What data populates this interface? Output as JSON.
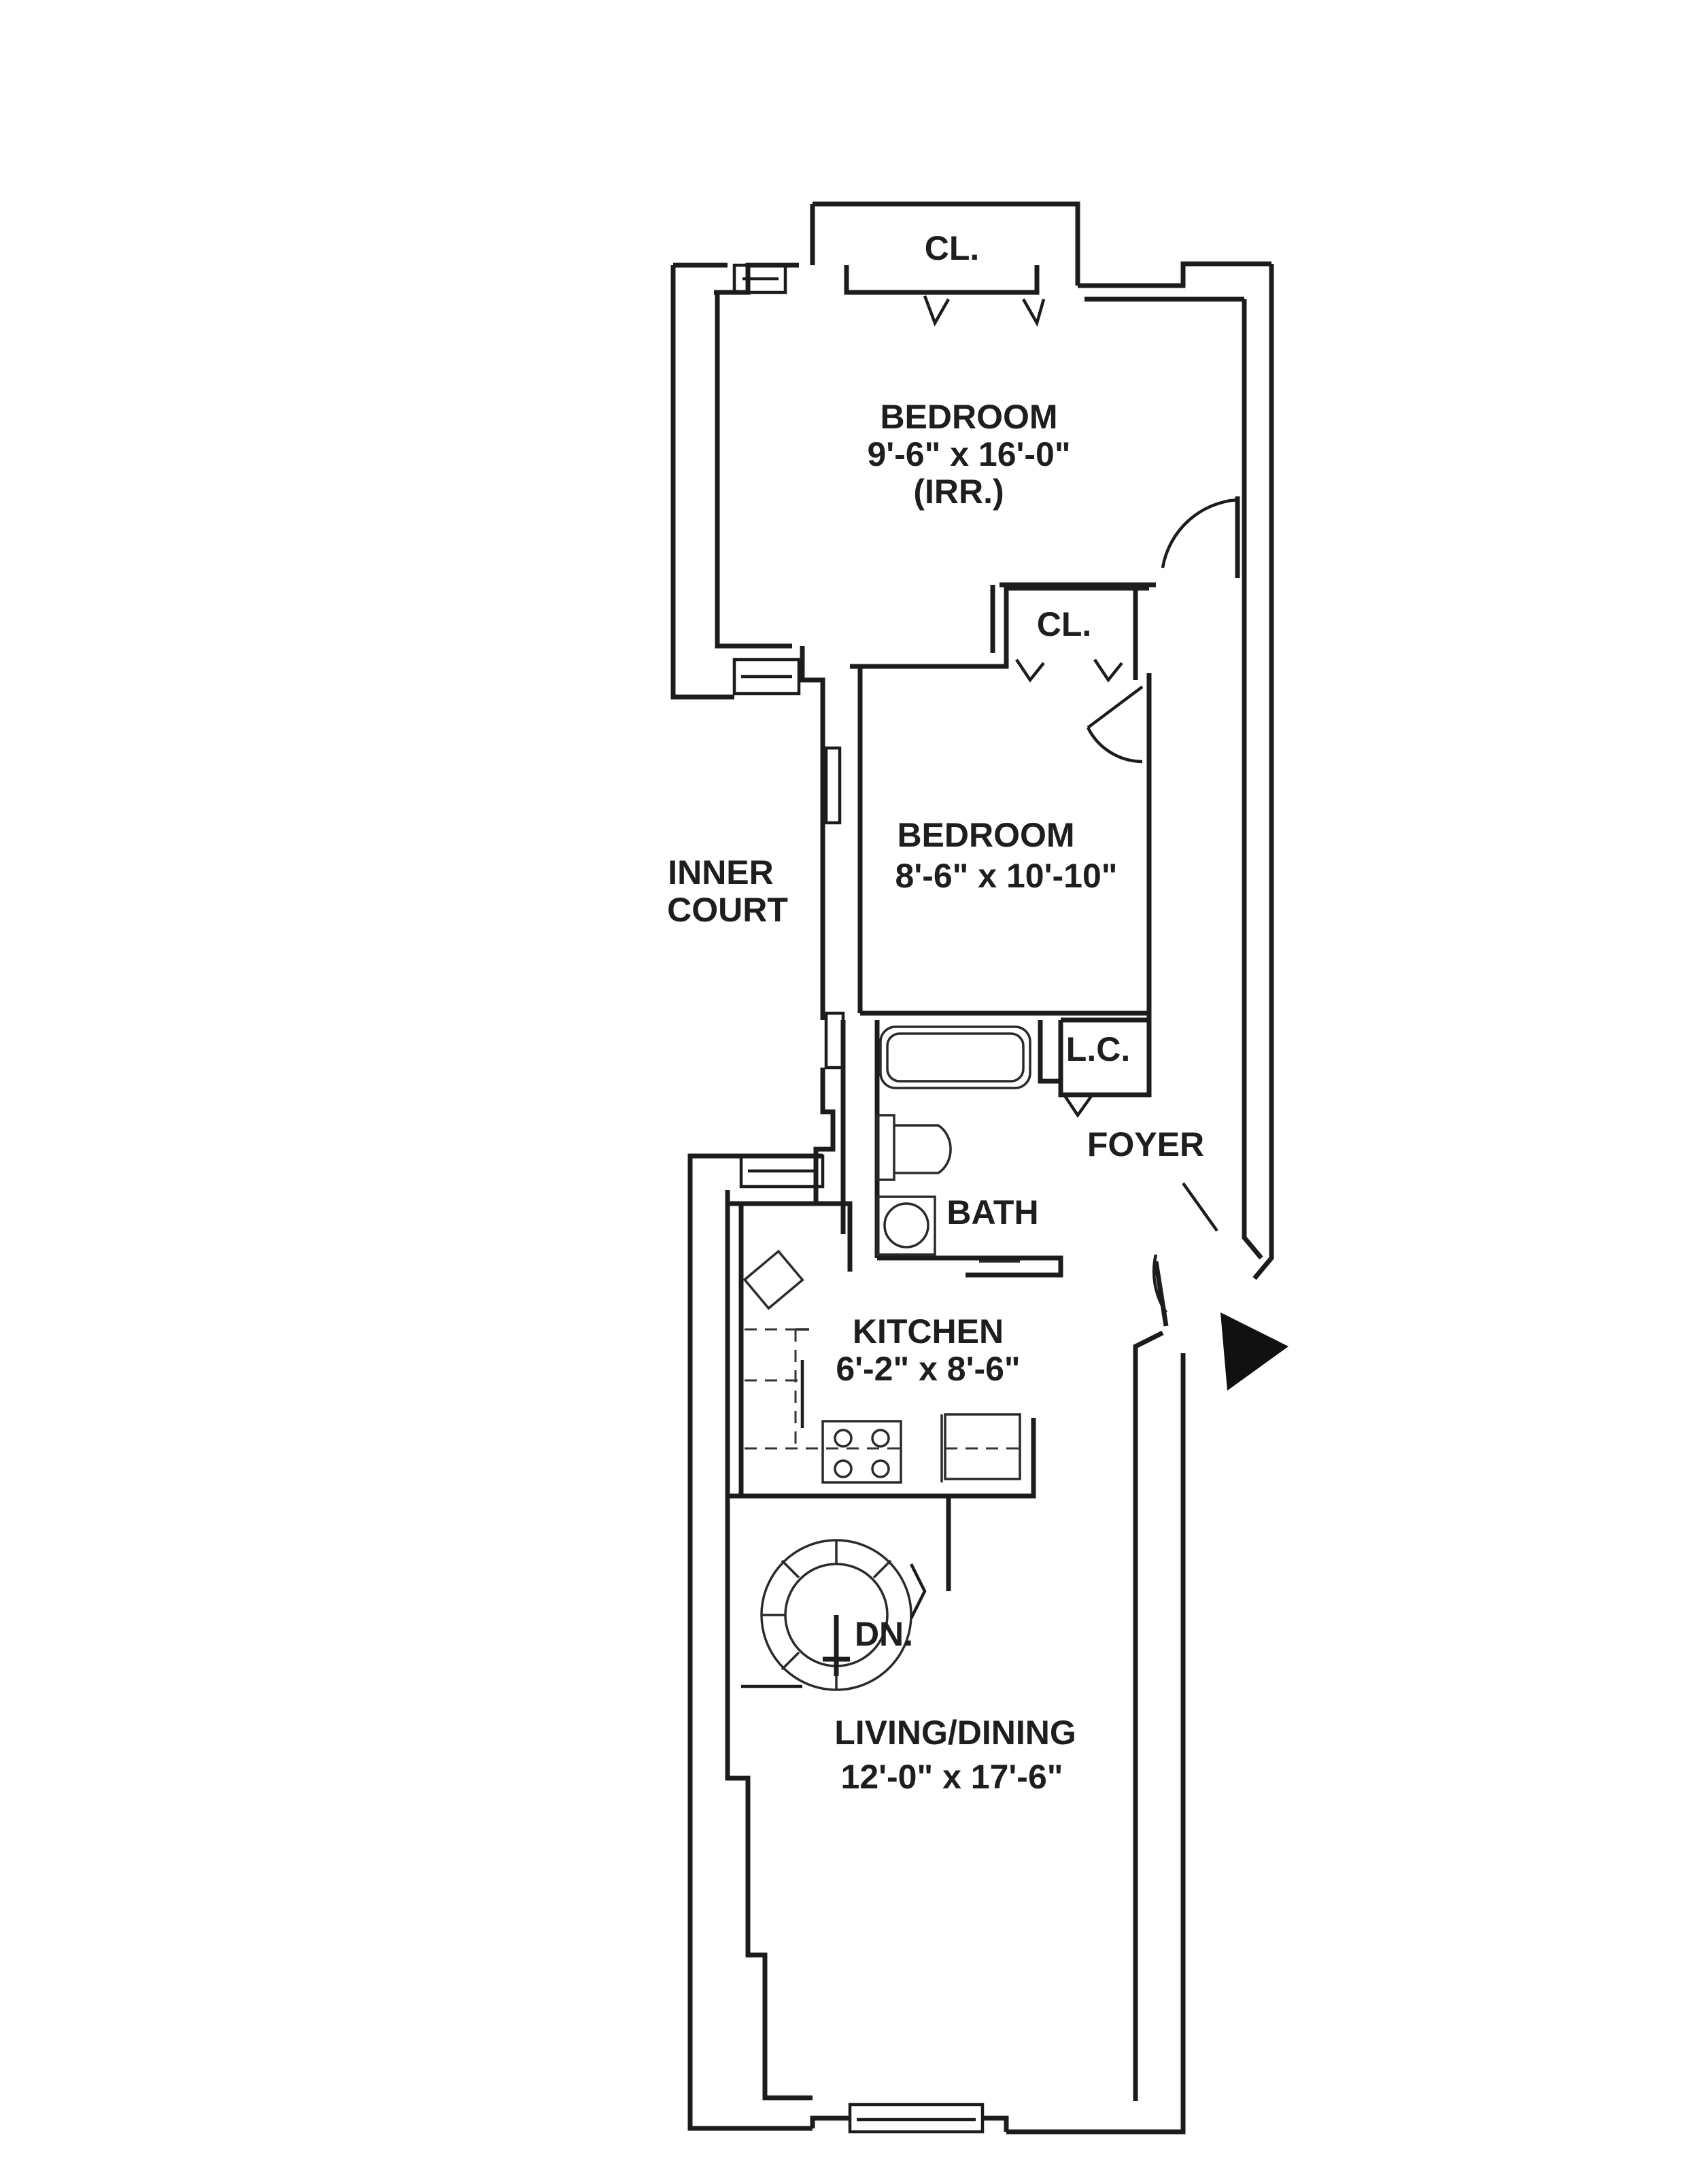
{
  "rooms": {
    "bedroom1": {
      "name": "BEDROOM",
      "dims": "9'-6\" x 16'-0\"",
      "note": "(IRR.)"
    },
    "bedroom2": {
      "name": "BEDROOM",
      "dims": "8'-6\" x 10'-10\""
    },
    "kitchen": {
      "name": "KITCHEN",
      "dims": "6'-2\" x 8'-6\""
    },
    "living": {
      "name": "LIVING/DINING",
      "dims": "12'-0\" x 17'-6\""
    },
    "bath": {
      "name": "BATH"
    },
    "foyer": {
      "name": "FOYER"
    },
    "closet1": {
      "name": "CL."
    },
    "closet2": {
      "name": "CL."
    },
    "linen_closet": {
      "name": "L.C."
    },
    "stair": {
      "name": "DN."
    },
    "court": {
      "line1": "INNER",
      "line2": "COURT"
    }
  },
  "entry_marker": "entry-arrow",
  "colors": {
    "line": "#1c1c1c",
    "background": "#ffffff"
  }
}
